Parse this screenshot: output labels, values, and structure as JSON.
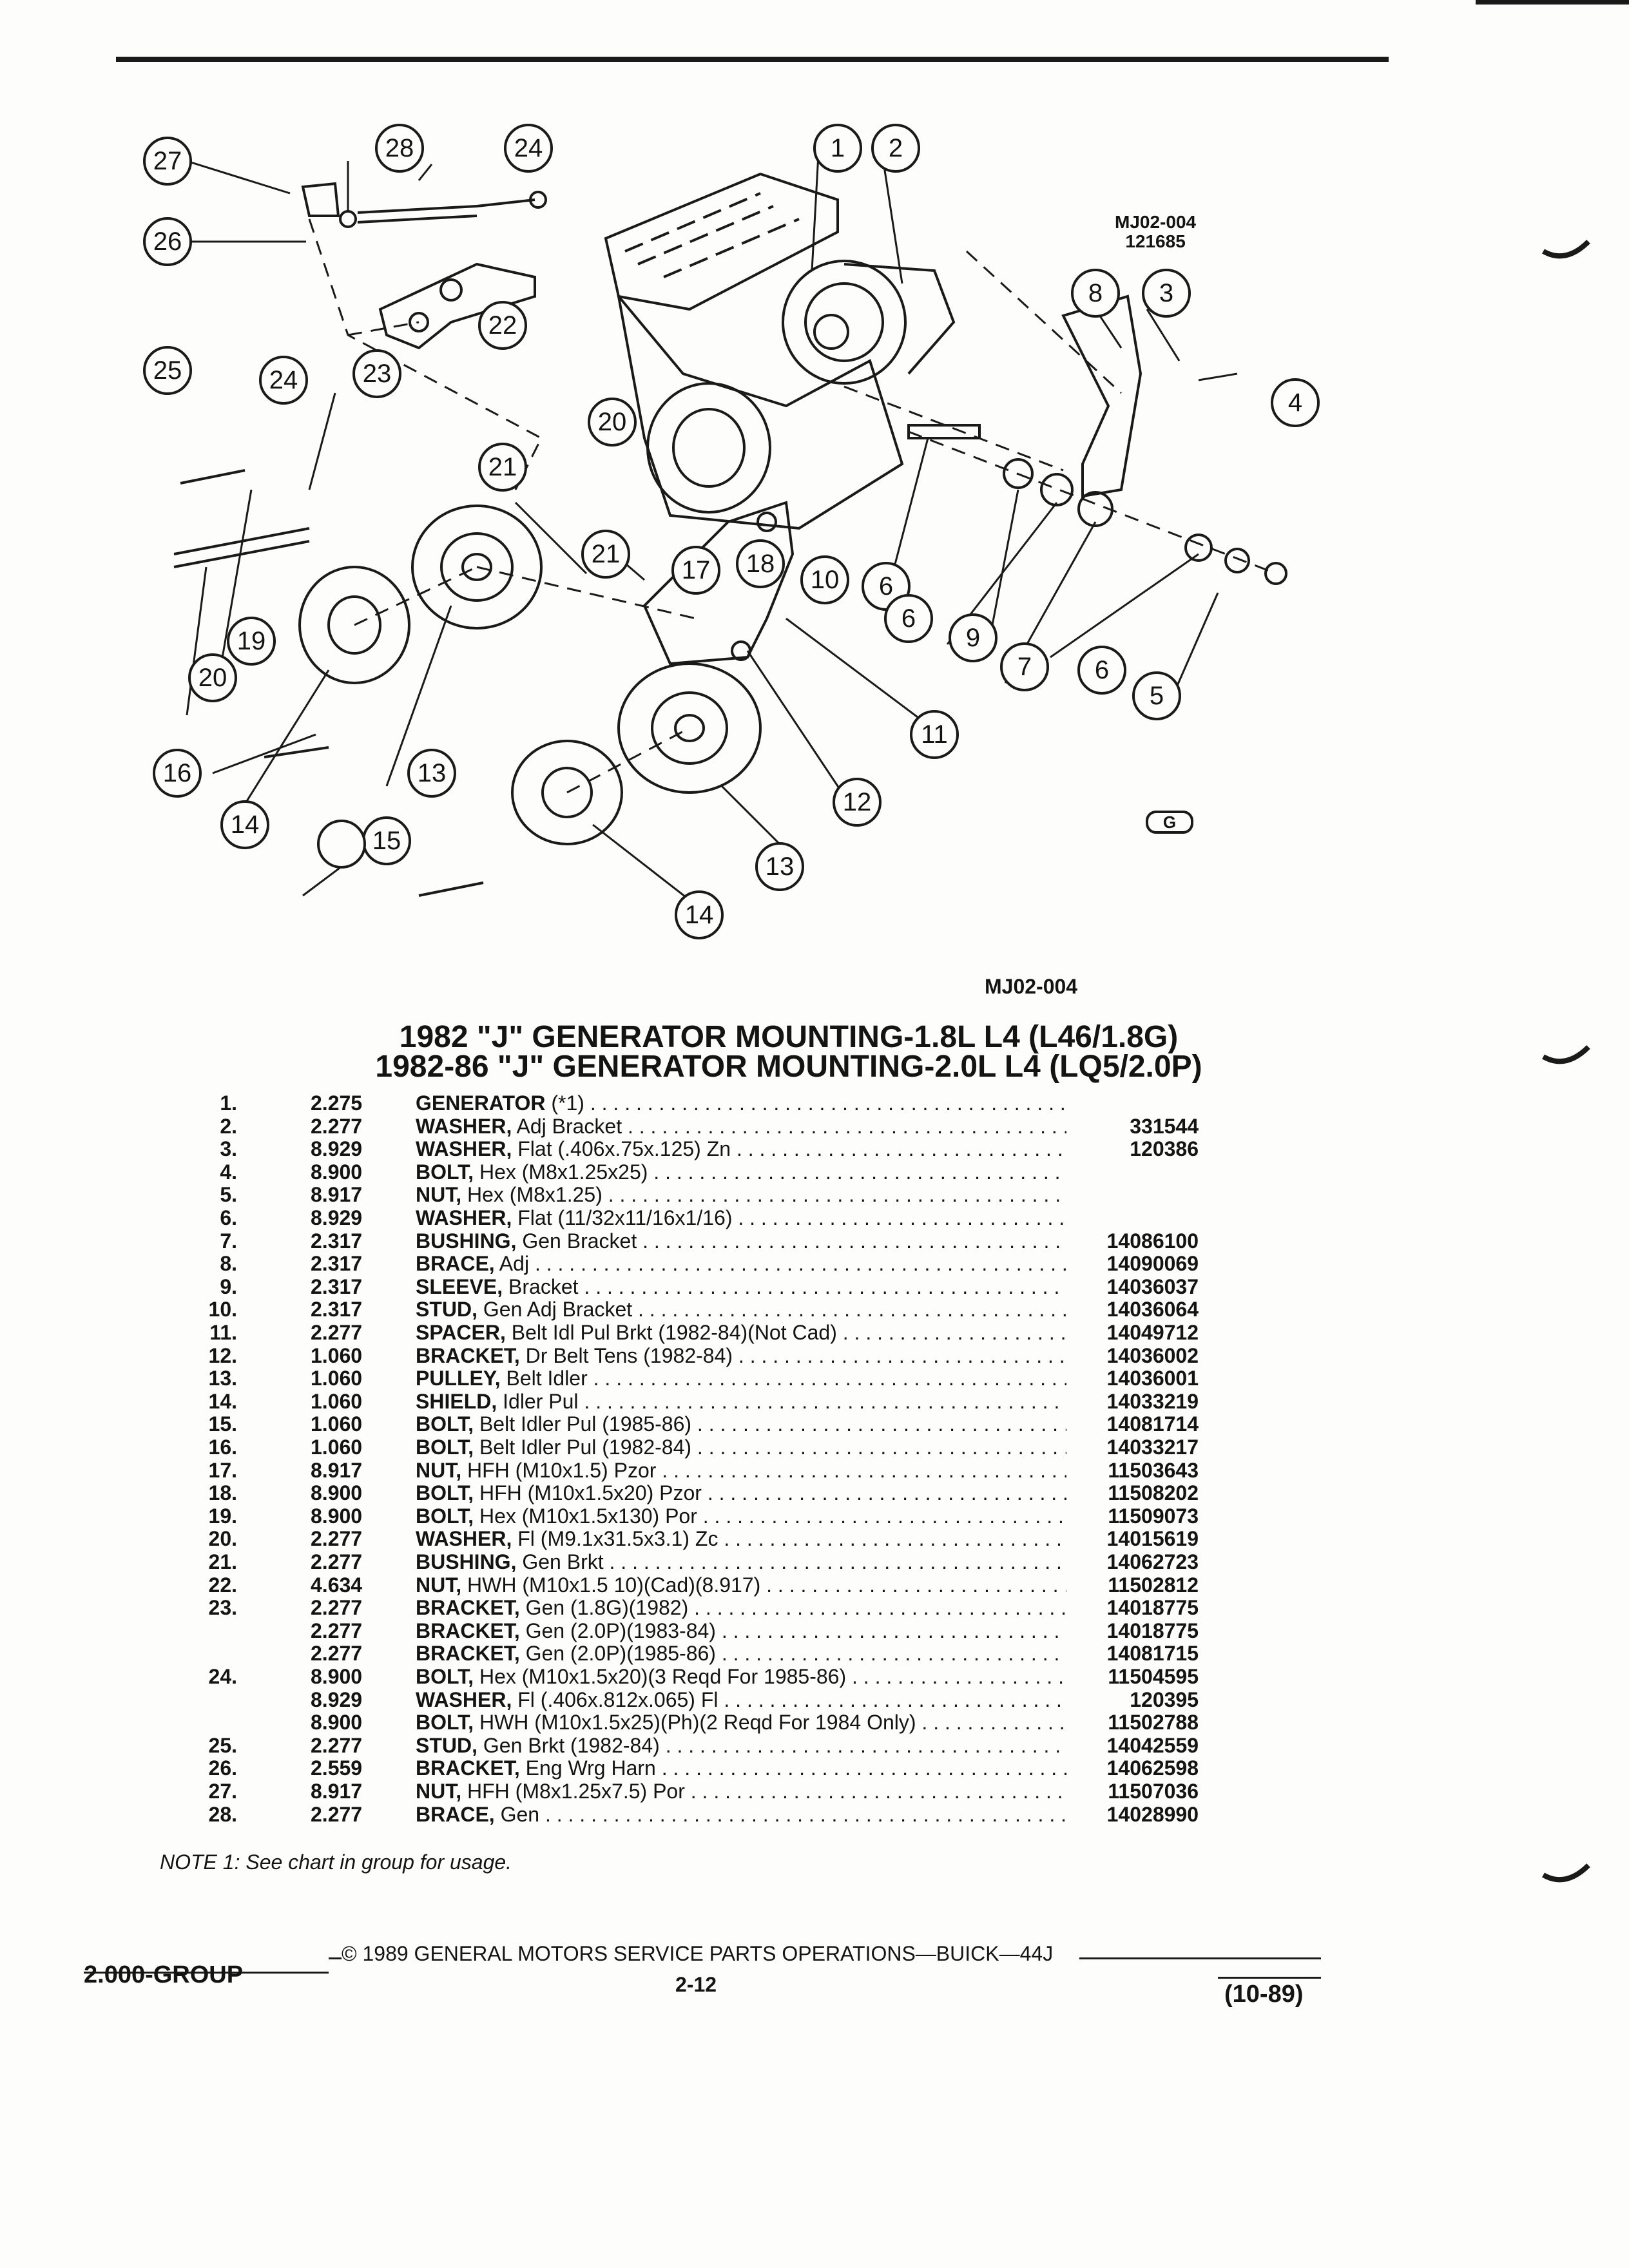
{
  "figure": {
    "code_top": "MJ02-004",
    "code_top_num": "121685",
    "code_bottom": "MJ02-004",
    "symbol": "G",
    "callouts": [
      "1",
      "2",
      "3",
      "4",
      "5",
      "6",
      "7",
      "8",
      "9",
      "10",
      "11",
      "12",
      "13",
      "14",
      "15",
      "16",
      "17",
      "18",
      "19",
      "20",
      "21",
      "22",
      "23",
      "24",
      "25",
      "26",
      "27",
      "28"
    ]
  },
  "titles": {
    "line1": "1982 \"J\" GENERATOR MOUNTING-1.8L L4 (L46/1.8G)",
    "line2": "1982-86 \"J\" GENERATOR MOUNTING-2.0L L4 (LQ5/2.0P)"
  },
  "parts": [
    {
      "num": "1.",
      "group": "2.275",
      "name": "GENERATOR",
      "detail": " (*1)",
      "pn": ""
    },
    {
      "num": "2.",
      "group": "2.277",
      "name": "WASHER,",
      "detail": " Adj Bracket",
      "pn": "331544"
    },
    {
      "num": "3.",
      "group": "8.929",
      "name": "WASHER,",
      "detail": " Flat (.406x.75x.125) Zn",
      "pn": "120386"
    },
    {
      "num": "4.",
      "group": "8.900",
      "name": "BOLT,",
      "detail": " Hex (M8x1.25x25)",
      "pn": ""
    },
    {
      "num": "5.",
      "group": "8.917",
      "name": "NUT,",
      "detail": " Hex (M8x1.25)",
      "pn": ""
    },
    {
      "num": "6.",
      "group": "8.929",
      "name": "WASHER,",
      "detail": " Flat (11/32x11/16x1/16)",
      "pn": ""
    },
    {
      "num": "7.",
      "group": "2.317",
      "name": "BUSHING,",
      "detail": " Gen Bracket",
      "pn": "14086100"
    },
    {
      "num": "8.",
      "group": "2.317",
      "name": "BRACE,",
      "detail": " Adj",
      "pn": "14090069"
    },
    {
      "num": "9.",
      "group": "2.317",
      "name": "SLEEVE,",
      "detail": " Bracket",
      "pn": "14036037"
    },
    {
      "num": "10.",
      "group": "2.317",
      "name": "STUD,",
      "detail": " Gen Adj Bracket",
      "pn": "14036064"
    },
    {
      "num": "11.",
      "group": "2.277",
      "name": "SPACER,",
      "detail": " Belt Idl Pul Brkt (1982-84)(Not Cad)",
      "pn": "14049712"
    },
    {
      "num": "12.",
      "group": "1.060",
      "name": "BRACKET,",
      "detail": " Dr Belt Tens (1982-84)",
      "pn": "14036002"
    },
    {
      "num": "13.",
      "group": "1.060",
      "name": "PULLEY,",
      "detail": " Belt Idler",
      "pn": "14036001"
    },
    {
      "num": "14.",
      "group": "1.060",
      "name": "SHIELD,",
      "detail": " Idler Pul",
      "pn": "14033219"
    },
    {
      "num": "15.",
      "group": "1.060",
      "name": "BOLT,",
      "detail": " Belt Idler Pul (1985-86)",
      "pn": "14081714"
    },
    {
      "num": "16.",
      "group": "1.060",
      "name": "BOLT,",
      "detail": " Belt Idler Pul (1982-84)",
      "pn": "14033217"
    },
    {
      "num": "17.",
      "group": "8.917",
      "name": "NUT,",
      "detail": " HFH (M10x1.5) Pzor",
      "pn": "11503643"
    },
    {
      "num": "18.",
      "group": "8.900",
      "name": "BOLT,",
      "detail": " HFH (M10x1.5x20) Pzor",
      "pn": "11508202"
    },
    {
      "num": "19.",
      "group": "8.900",
      "name": "BOLT,",
      "detail": " Hex (M10x1.5x130) Por",
      "pn": "11509073"
    },
    {
      "num": "20.",
      "group": "2.277",
      "name": "WASHER,",
      "detail": " Fl (M9.1x31.5x3.1) Zc",
      "pn": "14015619"
    },
    {
      "num": "21.",
      "group": "2.277",
      "name": "BUSHING,",
      "detail": " Gen Brkt",
      "pn": "14062723"
    },
    {
      "num": "22.",
      "group": "4.634",
      "name": "NUT,",
      "detail": " HWH (M10x1.5 10)(Cad)(8.917)",
      "pn": "11502812"
    },
    {
      "num": "23.",
      "group": "2.277",
      "name": "BRACKET,",
      "detail": " Gen (1.8G)(1982)",
      "pn": "14018775"
    },
    {
      "num": "",
      "group": "2.277",
      "name": "BRACKET,",
      "detail": " Gen (2.0P)(1983-84)",
      "pn": "14018775"
    },
    {
      "num": "",
      "group": "2.277",
      "name": "BRACKET,",
      "detail": " Gen (2.0P)(1985-86)",
      "pn": "14081715"
    },
    {
      "num": "24.",
      "group": "8.900",
      "name": "BOLT,",
      "detail": " Hex (M10x1.5x20)(3 Reqd For 1985-86)",
      "pn": "11504595"
    },
    {
      "num": "",
      "group": "8.929",
      "name": "WASHER,",
      "detail": " Fl (.406x.812x.065) Fl",
      "pn": "120395"
    },
    {
      "num": "",
      "group": "8.900",
      "name": "BOLT,",
      "detail": " HWH (M10x1.5x25)(Ph)(2 Reqd For 1984 Only)",
      "pn": "11502788"
    },
    {
      "num": "25.",
      "group": "2.277",
      "name": "STUD,",
      "detail": " Gen Brkt (1982-84)",
      "pn": "14042559"
    },
    {
      "num": "26.",
      "group": "2.559",
      "name": "BRACKET,",
      "detail": " Eng Wrg Harn",
      "pn": "14062598"
    },
    {
      "num": "27.",
      "group": "8.917",
      "name": "NUT,",
      "detail": " HFH (M8x1.25x7.5) Por",
      "pn": "11507036"
    },
    {
      "num": "28.",
      "group": "2.277",
      "name": "BRACE,",
      "detail": " Gen",
      "pn": "14028990"
    }
  ],
  "note": "NOTE 1: See chart in group for usage.",
  "footer": {
    "group": "2.000-GROUP",
    "copyright": "© 1989 GENERAL MOTORS SERVICE PARTS OPERATIONS—BUICK—44J",
    "page": "2-12",
    "revision": "(10-89)"
  }
}
